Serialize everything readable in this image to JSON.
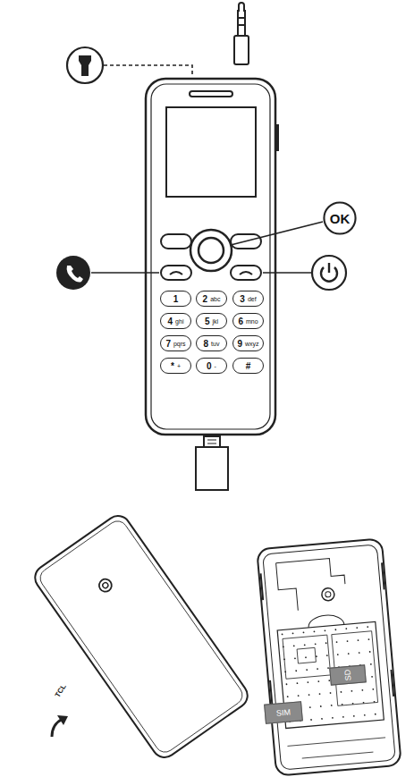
{
  "diagram": {
    "nodes": [
      {
        "text": [
          "OK"
        ]
      },
      {
        "text": [
          "1"
        ]
      },
      {
        "text": [
          "2",
          "abc"
        ]
      },
      {
        "text": [
          "3",
          "def"
        ]
      },
      {
        "text": [
          "4",
          "ghi"
        ]
      },
      {
        "text": [
          "5",
          "jkl"
        ]
      },
      {
        "text": [
          "6",
          "mno"
        ]
      },
      {
        "text": [
          "7",
          "pqrs"
        ]
      },
      {
        "text": [
          "8",
          "tuv"
        ]
      },
      {
        "text": [
          "9",
          "wxyz"
        ]
      },
      {
        "text": [
          "*",
          "+"
        ]
      },
      {
        "text": [
          "0",
          "-"
        ]
      },
      {
        "text": [
          "#"
        ]
      },
      {
        "text": [
          "SD"
        ]
      },
      {
        "text": [
          "SIM"
        ]
      }
    ],
    "labels": [
      "TCL"
    ]
  }
}
